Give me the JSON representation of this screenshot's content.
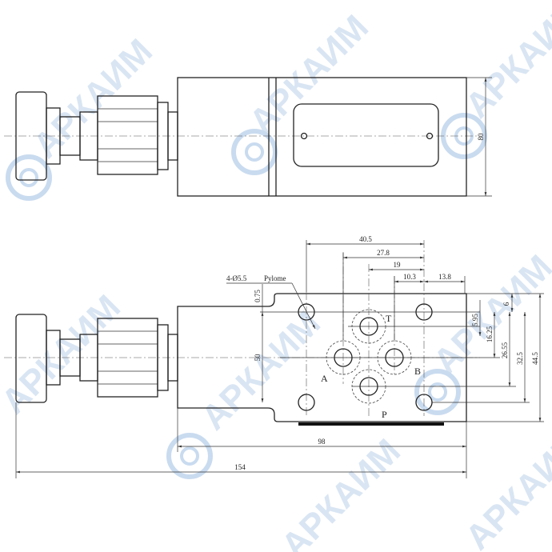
{
  "watermark": {
    "text": "АРКАИМ",
    "color": "#c9dbef"
  },
  "top_view": {
    "height_dim": "80"
  },
  "bottom_view": {
    "callout": "4-Ø5.5",
    "callout_word": "Pylome",
    "ports": {
      "T": "T",
      "A": "A",
      "B": "B",
      "P": "P"
    },
    "dims": {
      "d40_5": "40.5",
      "d27_8": "27.8",
      "d19": "19",
      "d10_3": "10.3",
      "d13_8": "13.8",
      "d6": "6",
      "d5_95": "5.95",
      "d16_25": "16.25",
      "d26_55": "26.55",
      "d32_5": "32.5",
      "d44_5": "44.5",
      "d0_75": "0.75",
      "d50": "50",
      "d98": "98",
      "d154": "154"
    }
  }
}
